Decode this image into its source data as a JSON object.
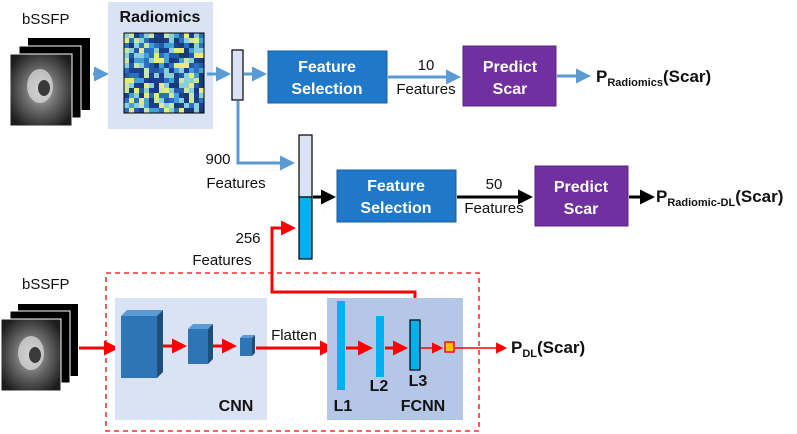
{
  "top": {
    "input_label": "bSSFP",
    "radiomics_label": "Radiomics",
    "feature_selection_line1": "Feature",
    "feature_selection_line2": "Selection",
    "count_line1": "10",
    "count_line2": "Features",
    "predict_line1": "Predict",
    "predict_line2": "Scar",
    "output_main": "P",
    "output_sub": "Radiomics",
    "output_tail": "(Scar)"
  },
  "middle": {
    "features_900_line1": "900",
    "features_900_line2": "Features",
    "features_256_line1": "256",
    "features_256_line2": "Features",
    "feature_selection_line1": "Feature",
    "feature_selection_line2": "Selection",
    "count_line1": "50",
    "count_line2": "Features",
    "predict_line1": "Predict",
    "predict_line2": "Scar",
    "output_main": "P",
    "output_sub": "Radiomic-DL",
    "output_tail": "(Scar)"
  },
  "bottom": {
    "input_label": "bSSFP",
    "cnn_label": "CNN",
    "flatten_label": "Flatten",
    "l1_label": "L1",
    "l2_label": "L2",
    "l3_label": "L3",
    "fcnn_label": "FCNN",
    "output_main": "P",
    "output_sub": "DL",
    "output_tail": "(Scar)"
  },
  "colors": {
    "blue_box": "#1f78c8",
    "purple_box": "#7030a0",
    "light_panel": "#dae3f3",
    "arrow_blue": "#5b9bd5",
    "arrow_red": "#ff0000",
    "cnn_block": "#2e75b6",
    "fc_layer": "#00b0f0"
  }
}
